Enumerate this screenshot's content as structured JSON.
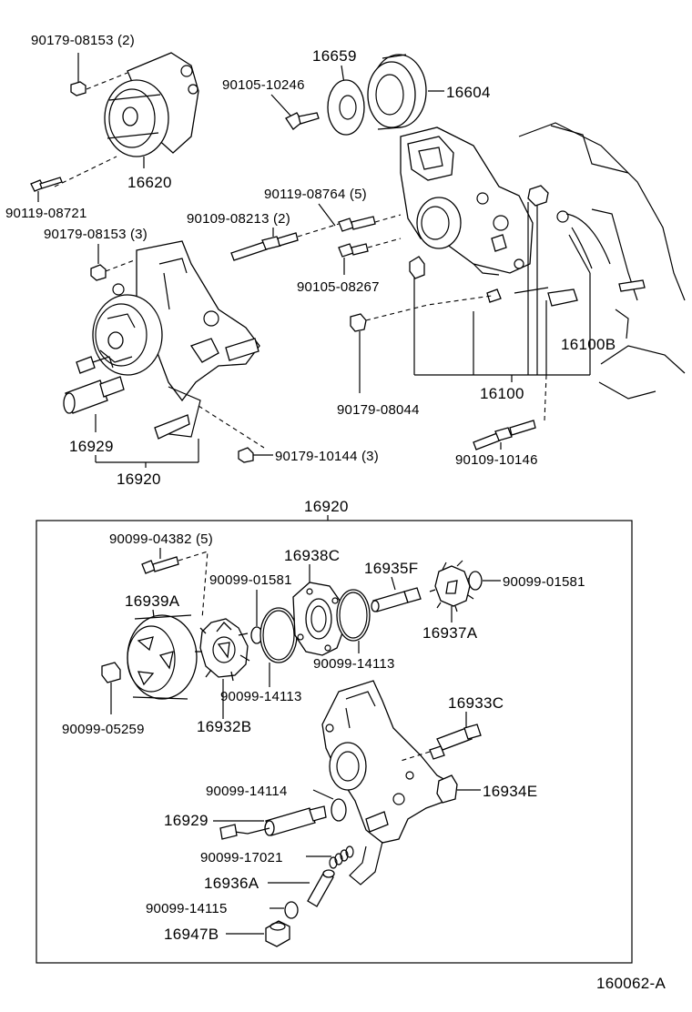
{
  "diagram": {
    "labels": {
      "l90179_08153_2": "90179-08153 (2)",
      "l90105_10246": "90105-10246",
      "l16659": "16659",
      "l16604": "16604",
      "l16620": "16620",
      "l90119_08721": "90119-08721",
      "l90119_08764_5": "90119-08764 (5)",
      "l90109_08213_2": "90109-08213 (2)",
      "l90179_08153_3": "90179-08153 (3)",
      "l90105_08267": "90105-08267",
      "l16100B": "16100B",
      "l16100": "16100",
      "l90179_08044": "90179-08044",
      "l16929_top": "16929",
      "l90179_10144_3": "90179-10144 (3)",
      "l16920_top": "16920",
      "l90109_10146": "90109-10146",
      "l16920_box": "16920",
      "l90099_04382_5": "90099-04382 (5)",
      "l16938C": "16938C",
      "l16935F": "16935F",
      "l90099_01581_a": "90099-01581",
      "l90099_01581_b": "90099-01581",
      "l16939A": "16939A",
      "l16937A": "16937A",
      "l90099_14113_a": "90099-14113",
      "l90099_14113_b": "90099-14113",
      "l90099_05259": "90099-05259",
      "l16932B": "16932B",
      "l16933C": "16933C",
      "l90099_14114": "90099-14114",
      "l16934E": "16934E",
      "l16929_box": "16929",
      "l90099_17021": "90099-17021",
      "l16936A": "16936A",
      "l90099_14115": "90099-14115",
      "l16947B": "16947B",
      "figure_code": "160062-A"
    }
  }
}
